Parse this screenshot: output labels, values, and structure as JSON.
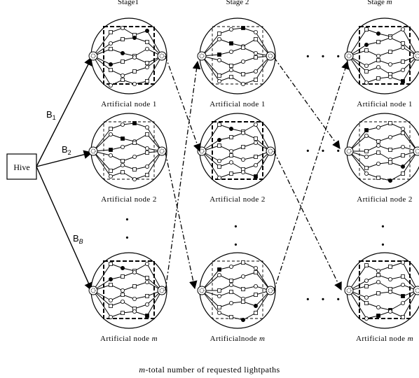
{
  "stages": [
    {
      "label": "Stage1",
      "label_main": "Stage1",
      "label_var": ""
    },
    {
      "label": "Stage 2",
      "label_main": "Stage 2",
      "label_var": ""
    },
    {
      "label": "Stage m",
      "label_main": "Stage ",
      "label_var": "m"
    }
  ],
  "hive_label": "Hive",
  "branches": [
    {
      "label": "B1",
      "base": "B",
      "sub": "1"
    },
    {
      "label": "B2",
      "base": "B",
      "sub": "2"
    },
    {
      "label": "BB",
      "base": "B",
      "sub": "B"
    }
  ],
  "node_labels": [
    [
      {
        "label": "Artificial node 1",
        "main": "Artificial node 1",
        "var": ""
      },
      {
        "label": "Artificial node 2",
        "main": "Artificial node 2",
        "var": ""
      },
      {
        "label": "Artificial node m",
        "main": "Artificial node ",
        "var": "m"
      }
    ],
    [
      {
        "label": "Artificial node 1",
        "main": "Artificial node 1",
        "var": ""
      },
      {
        "label": "Artificial node 2",
        "main": "Artificial node 2",
        "var": ""
      },
      {
        "label": "Artificialnode m",
        "main": "Artificialnode ",
        "var": "m"
      }
    ],
    [
      {
        "label": "Artificial node 1",
        "main": "Artificial node 1",
        "var": ""
      },
      {
        "label": "Artificial node 2",
        "main": "Artificial node 2",
        "var": ""
      },
      {
        "label": "Artificial node m",
        "main": "Artificial node ",
        "var": "m"
      }
    ]
  ],
  "caption": {
    "text": "m-total number of requested lightpaths",
    "var": "m",
    "rest": "-total number of requested lightpaths"
  }
}
